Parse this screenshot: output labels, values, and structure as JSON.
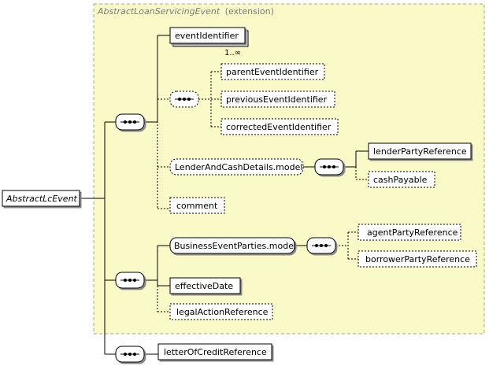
{
  "diagram": {
    "extension": {
      "base_type": "AbstractLoanServicingEvent",
      "suffix": "(extension)",
      "background": "#fafac8",
      "border": "#a8a878"
    },
    "root": {
      "label": "AbstractLcEvent"
    },
    "elements": {
      "event_identifier": {
        "label": "eventIdentifier",
        "multiplicity": "1..∞"
      },
      "parent_event_identifier": {
        "label": "parentEventIdentifier"
      },
      "previous_event_identifier": {
        "label": "previousEventIdentifier"
      },
      "corrected_event_identifier": {
        "label": "correctedEventIdentifier"
      },
      "lender_and_cash_details_model": {
        "label": "LenderAndCashDetails.model"
      },
      "lender_party_reference": {
        "label": "lenderPartyReference"
      },
      "cash_payable": {
        "label": "cashPayable"
      },
      "comment": {
        "label": "comment"
      },
      "business_event_parties_model": {
        "label": "BusinessEventParties.model"
      },
      "agent_party_reference": {
        "label": "agentPartyReference"
      },
      "borrower_party_reference": {
        "label": "borrowerPartyReference"
      },
      "effective_date": {
        "label": "effectiveDate"
      },
      "legal_action_reference": {
        "label": "legalActionReference"
      },
      "letter_of_credit_reference": {
        "label": "letterOfCreditReference"
      }
    }
  }
}
